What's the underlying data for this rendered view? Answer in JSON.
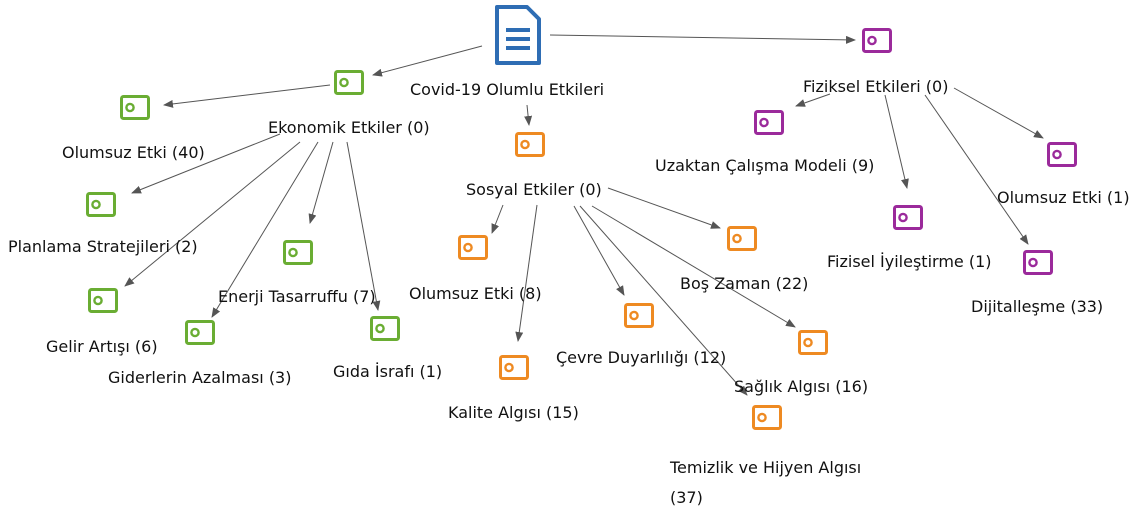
{
  "colors": {
    "root": "#2e6db4",
    "ekonomik": "#6aad33",
    "sosyal": "#ee8a22",
    "fiziksel": "#9b2a9b",
    "edge": "#555555"
  },
  "nodes": [
    {
      "id": "root",
      "label": "Covid-19 Olumlu Etkileri",
      "group": "root",
      "icon": "document-icon"
    },
    {
      "id": "ekonomik",
      "label": "Ekonomik Etkiler (0)",
      "group": "ekonomik",
      "icon": "code-tag-icon"
    },
    {
      "id": "sosyal",
      "label": "Sosyal Etkiler (0)",
      "group": "sosyal",
      "icon": "code-tag-icon"
    },
    {
      "id": "fiziksel",
      "label": "Fiziksel Etkileri (0)",
      "group": "fiziksel",
      "icon": "code-tag-icon"
    },
    {
      "id": "ek_olumsuz",
      "label": "Olumsuz Etki (40)",
      "group": "ekonomik",
      "icon": "code-tag-icon"
    },
    {
      "id": "ek_planlama",
      "label": "Planlama Stratejileri (2)",
      "group": "ekonomik",
      "icon": "code-tag-icon"
    },
    {
      "id": "ek_gelir",
      "label": "Gelir Artışı (6)",
      "group": "ekonomik",
      "icon": "code-tag-icon"
    },
    {
      "id": "ek_gider",
      "label": "Giderlerin Azalması (3)",
      "group": "ekonomik",
      "icon": "code-tag-icon"
    },
    {
      "id": "ek_enerji",
      "label": "Enerji Tasarruffu (7)",
      "group": "ekonomik",
      "icon": "code-tag-icon"
    },
    {
      "id": "ek_gida",
      "label": "Gıda İsrafı (1)",
      "group": "ekonomik",
      "icon": "code-tag-icon"
    },
    {
      "id": "so_olumsuz",
      "label": "Olumsuz Etki (8)",
      "group": "sosyal",
      "icon": "code-tag-icon"
    },
    {
      "id": "so_kalite",
      "label": "Kalite Algısı (15)",
      "group": "sosyal",
      "icon": "code-tag-icon"
    },
    {
      "id": "so_cevre",
      "label": "Çevre Duyarlılığı (12)",
      "group": "sosyal",
      "icon": "code-tag-icon"
    },
    {
      "id": "so_temizlik",
      "label": "Temizlik ve Hijyen Algısı (37)",
      "group": "sosyal",
      "icon": "code-tag-icon"
    },
    {
      "id": "so_saglik",
      "label": "Sağlık Algısı (16)",
      "group": "sosyal",
      "icon": "code-tag-icon"
    },
    {
      "id": "so_bos",
      "label": "Boş Zaman (22)",
      "group": "sosyal",
      "icon": "code-tag-icon"
    },
    {
      "id": "fi_uzaktan",
      "label": "Uzaktan Çalışma Modeli (9)",
      "group": "fiziksel",
      "icon": "code-tag-icon"
    },
    {
      "id": "fi_iyilestirme",
      "label": "Fizisel İyileştirme (1)",
      "group": "fiziksel",
      "icon": "code-tag-icon"
    },
    {
      "id": "fi_dijital",
      "label": "Dijitalleşme (33)",
      "group": "fiziksel",
      "icon": "code-tag-icon"
    },
    {
      "id": "fi_olumsuz",
      "label": "Olumsuz Etki (1)",
      "group": "fiziksel",
      "icon": "code-tag-icon"
    }
  ],
  "edges": [
    [
      "root",
      "ekonomik"
    ],
    [
      "root",
      "fiziksel"
    ],
    [
      "root",
      "sosyal"
    ],
    [
      "ekonomik",
      "ek_olumsuz"
    ],
    [
      "ekonomik",
      "ek_planlama"
    ],
    [
      "ekonomik",
      "ek_gelir"
    ],
    [
      "ekonomik",
      "ek_gider"
    ],
    [
      "ekonomik",
      "ek_enerji"
    ],
    [
      "ekonomik",
      "ek_gida"
    ],
    [
      "sosyal",
      "so_olumsuz"
    ],
    [
      "sosyal",
      "so_kalite"
    ],
    [
      "sosyal",
      "so_cevre"
    ],
    [
      "sosyal",
      "so_temizlik"
    ],
    [
      "sosyal",
      "so_saglik"
    ],
    [
      "sosyal",
      "so_bos"
    ],
    [
      "fiziksel",
      "fi_uzaktan"
    ],
    [
      "fiziksel",
      "fi_iyilestirme"
    ],
    [
      "fiziksel",
      "fi_dijital"
    ],
    [
      "fiziksel",
      "fi_olumsuz"
    ]
  ]
}
